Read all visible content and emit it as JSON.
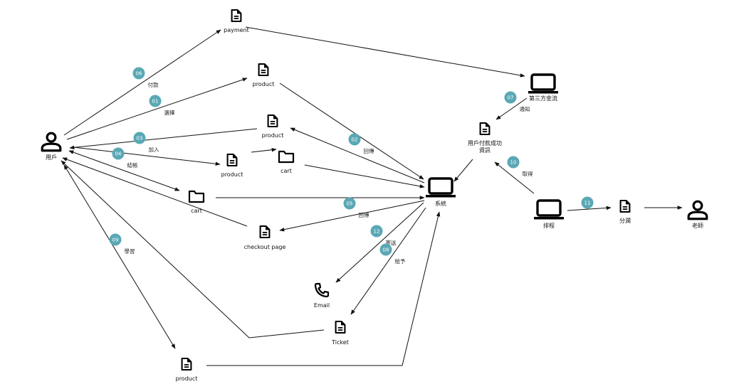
{
  "colors": {
    "badge": "#5aa8b5",
    "line": "#111111"
  },
  "nodes": [
    {
      "id": "user",
      "icon": "person-icon",
      "label": "用戶"
    },
    {
      "id": "payment",
      "icon": "document-icon",
      "label": "payment"
    },
    {
      "id": "product1",
      "icon": "document-icon",
      "label": "product"
    },
    {
      "id": "product2",
      "icon": "document-icon",
      "label": "product"
    },
    {
      "id": "product3",
      "icon": "document-icon",
      "label": "product"
    },
    {
      "id": "cart1",
      "icon": "folder-icon",
      "label": "cart"
    },
    {
      "id": "cart2",
      "icon": "folder-icon",
      "label": "cart"
    },
    {
      "id": "checkout",
      "icon": "document-icon",
      "label": "checkout page"
    },
    {
      "id": "email",
      "icon": "phone-icon",
      "label": "Email"
    },
    {
      "id": "ticket",
      "icon": "document-icon",
      "label": "Ticket"
    },
    {
      "id": "product4",
      "icon": "document-icon",
      "label": "product"
    },
    {
      "id": "system",
      "icon": "laptop-icon",
      "label": "系統"
    },
    {
      "id": "thirdparty",
      "icon": "laptop-icon",
      "label": "第三方金流"
    },
    {
      "id": "payinfo",
      "icon": "document-icon",
      "label": "用戶付款成功",
      "label2": "資訊"
    },
    {
      "id": "schedule",
      "icon": "laptop-icon",
      "label": "排程"
    },
    {
      "id": "share",
      "icon": "document-icon",
      "label": "分潤"
    },
    {
      "id": "teacher",
      "icon": "person-icon",
      "label": "老師"
    }
  ],
  "steps": [
    {
      "num": "06",
      "label": "付款"
    },
    {
      "num": "01",
      "label": "選擇"
    },
    {
      "num": "03",
      "label": "加入"
    },
    {
      "num": "04",
      "label": "結帳"
    },
    {
      "num": "02",
      "label": "回傳"
    },
    {
      "num": "05",
      "label": "回傳"
    },
    {
      "num": "12",
      "label": "寄送"
    },
    {
      "num": "08",
      "label": "給予"
    },
    {
      "num": "09",
      "label": "學習"
    },
    {
      "num": "07",
      "label": "通知"
    },
    {
      "num": "10",
      "label": "取得"
    },
    {
      "num": "11",
      "label": ""
    }
  ]
}
